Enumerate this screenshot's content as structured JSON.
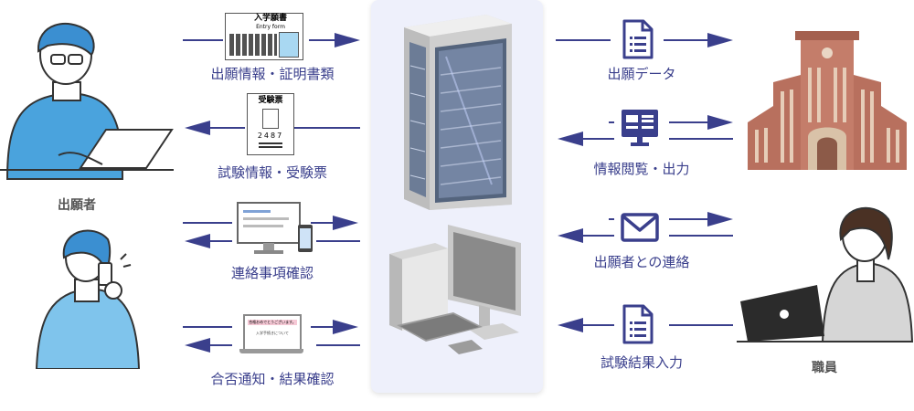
{
  "left_labels": {
    "application": "出願情報・証明書類",
    "exam_info": "試験情報・受験票",
    "contact_confirm": "連絡事項確認",
    "result_confirm": "合否通知・結果確認"
  },
  "right_labels": {
    "app_data": "出願データ",
    "view_output": "情報閲覧・出力",
    "contact": "出願者との連絡",
    "result_input": "試験結果入力"
  },
  "actors": {
    "applicant": "出願者",
    "staff": "職員"
  },
  "entry_form": {
    "title": "入学願書",
    "subtitle": "Entry form"
  },
  "ticket": {
    "title": "受験票",
    "number": "2487"
  },
  "laptop_screen": {
    "line1": "合格おめでとうございます。",
    "line2": "入学手続きについて"
  },
  "colors": {
    "accent": "#3a3f8c",
    "panel": "#eceffa",
    "shirt": "#4aa3dd",
    "building": "#b8705e"
  }
}
